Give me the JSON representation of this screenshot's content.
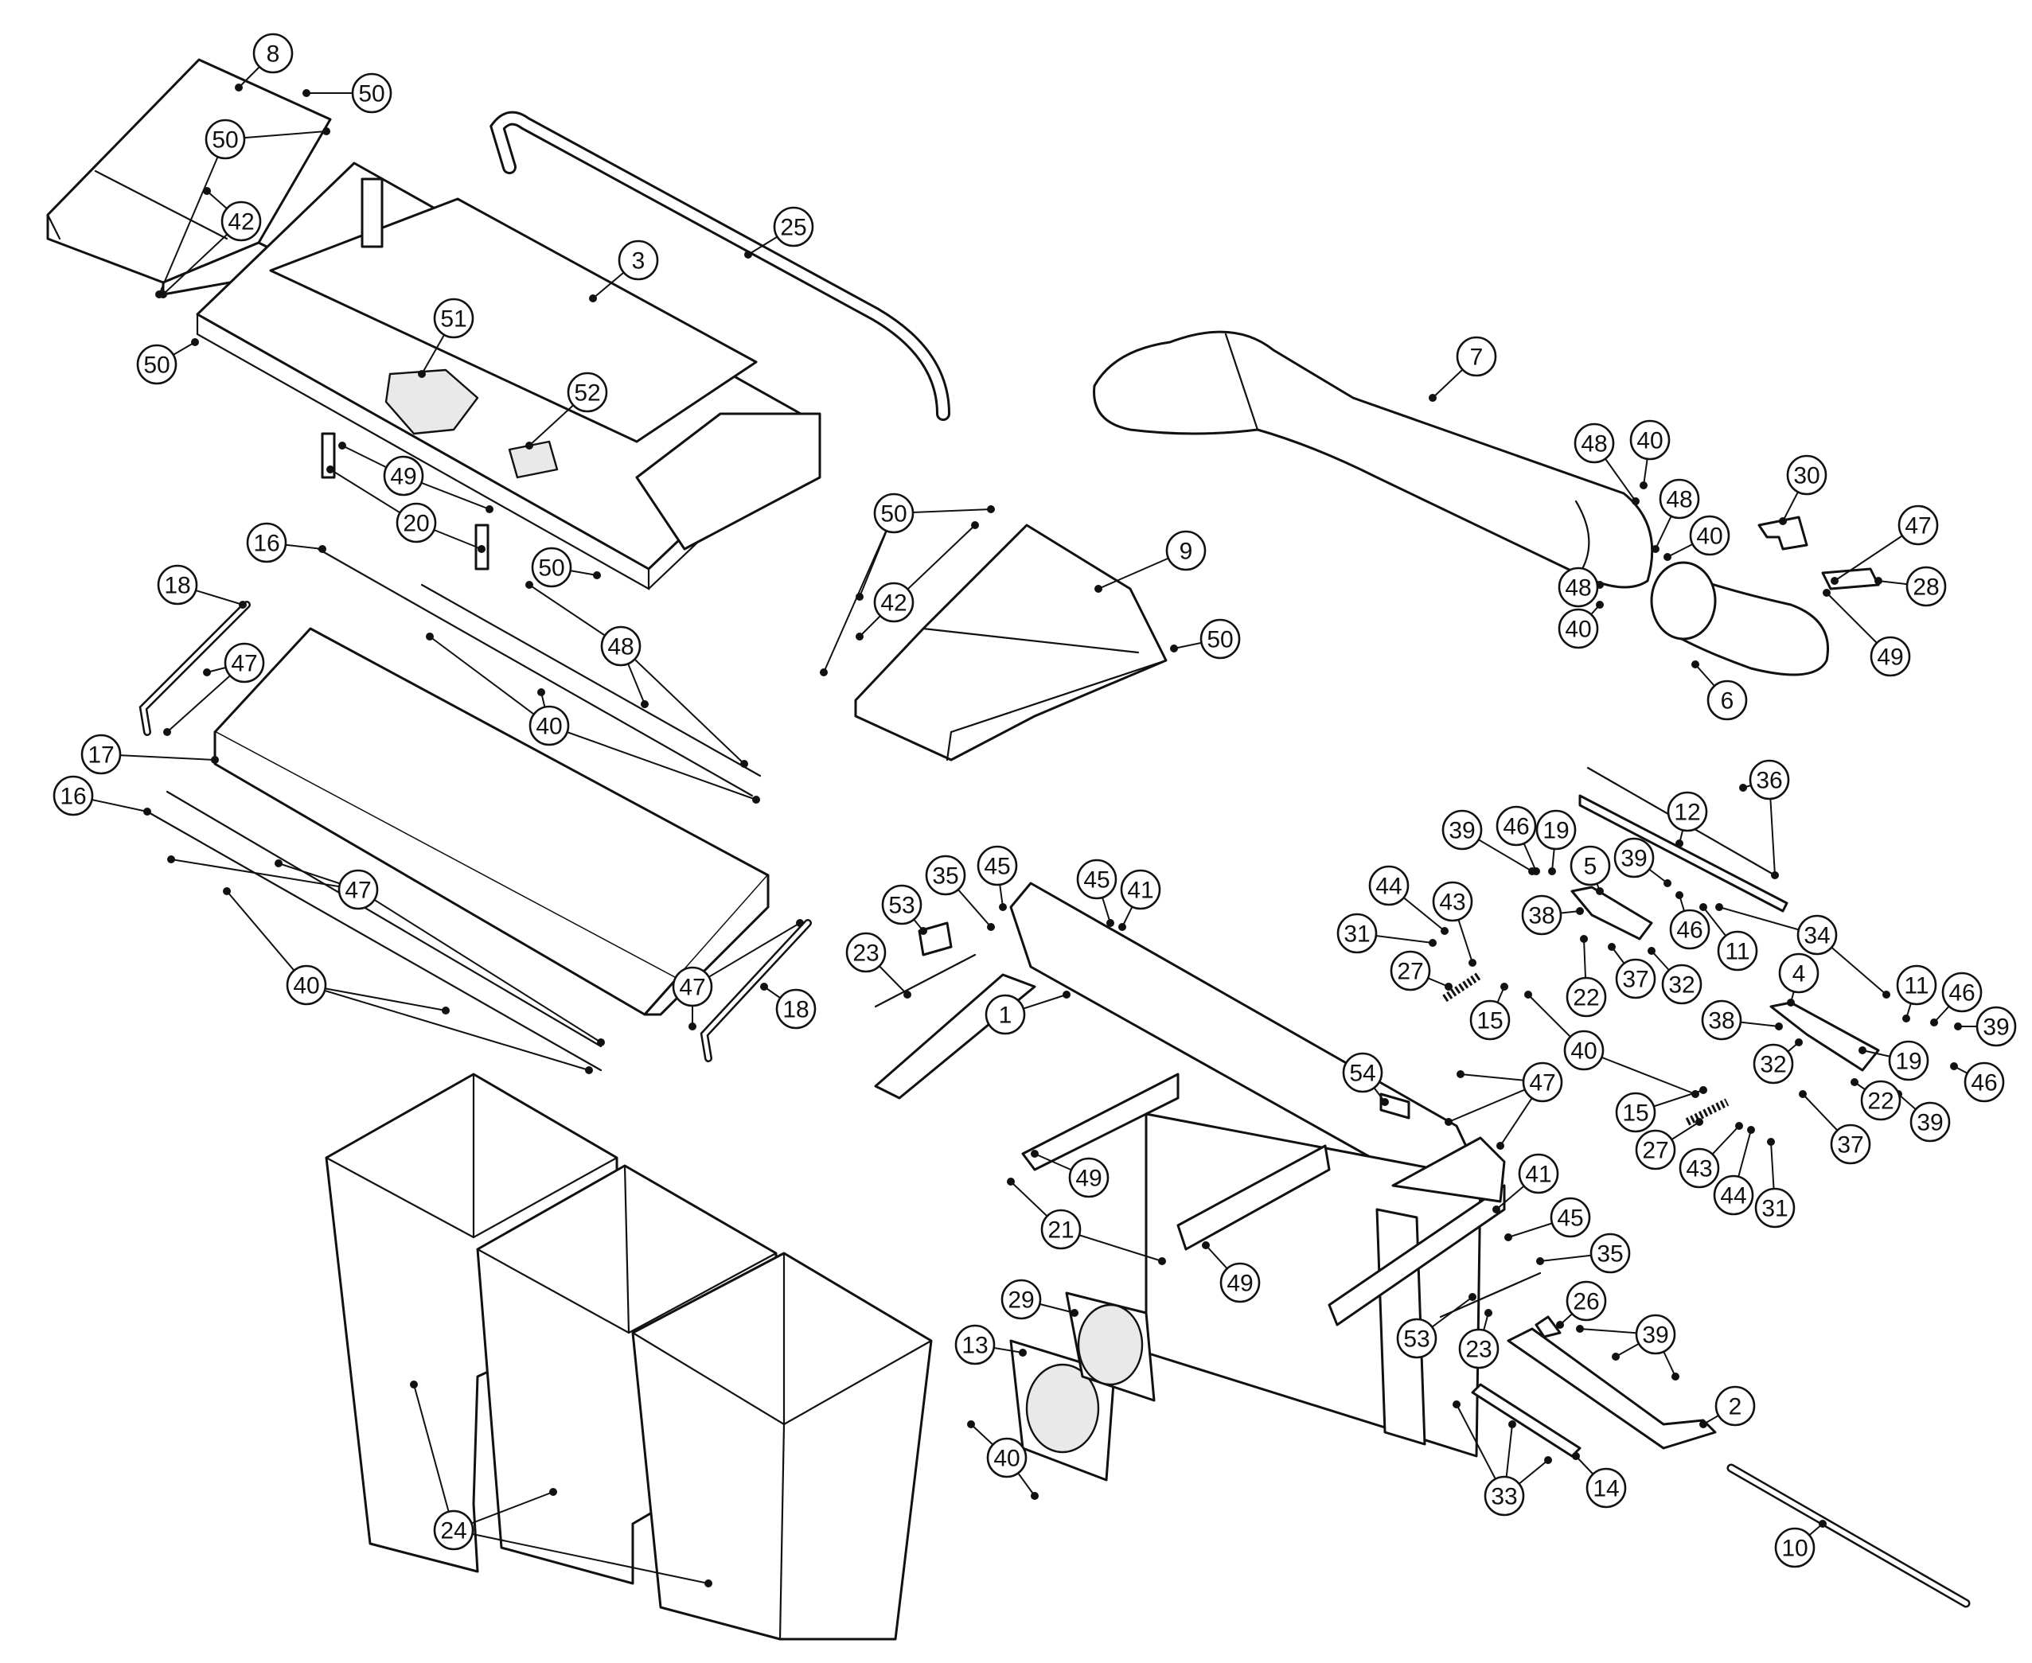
{
  "callouts": [
    {
      "id": "c-8",
      "label": "8"
    },
    {
      "id": "c-50-a",
      "label": "50"
    },
    {
      "id": "c-50-b",
      "label": "50"
    },
    {
      "id": "c-42-a",
      "label": "42"
    },
    {
      "id": "c-50-c",
      "label": "50"
    },
    {
      "id": "c-25",
      "label": "25"
    },
    {
      "id": "c-3",
      "label": "3"
    },
    {
      "id": "c-51",
      "label": "51"
    },
    {
      "id": "c-52",
      "label": "52"
    },
    {
      "id": "c-49-a",
      "label": "49"
    },
    {
      "id": "c-20",
      "label": "20"
    },
    {
      "id": "c-50-d",
      "label": "50"
    },
    {
      "id": "c-50-e",
      "label": "50"
    },
    {
      "id": "c-42-b",
      "label": "42"
    },
    {
      "id": "c-9",
      "label": "9"
    },
    {
      "id": "c-50-f",
      "label": "50"
    },
    {
      "id": "c-7",
      "label": "7"
    },
    {
      "id": "c-48-a",
      "label": "48"
    },
    {
      "id": "c-40-a",
      "label": "40"
    },
    {
      "id": "c-48-b",
      "label": "48"
    },
    {
      "id": "c-40-b",
      "label": "40"
    },
    {
      "id": "c-48-c",
      "label": "48"
    },
    {
      "id": "c-40-c",
      "label": "40"
    },
    {
      "id": "c-30",
      "label": "30"
    },
    {
      "id": "c-47-a",
      "label": "47"
    },
    {
      "id": "c-28",
      "label": "28"
    },
    {
      "id": "c-49-b",
      "label": "49"
    },
    {
      "id": "c-6",
      "label": "6"
    },
    {
      "id": "c-16-a",
      "label": "16"
    },
    {
      "id": "c-18-a",
      "label": "18"
    },
    {
      "id": "c-47-b",
      "label": "47"
    },
    {
      "id": "c-48-d",
      "label": "48"
    },
    {
      "id": "c-40-d",
      "label": "40"
    },
    {
      "id": "c-17",
      "label": "17"
    },
    {
      "id": "c-16-b",
      "label": "16"
    },
    {
      "id": "c-47-c",
      "label": "47"
    },
    {
      "id": "c-40-e",
      "label": "40"
    },
    {
      "id": "c-47-d",
      "label": "47"
    },
    {
      "id": "c-18-b",
      "label": "18"
    },
    {
      "id": "c-36",
      "label": "36"
    },
    {
      "id": "c-12",
      "label": "12"
    },
    {
      "id": "c-39-a",
      "label": "39"
    },
    {
      "id": "c-46-a",
      "label": "46"
    },
    {
      "id": "c-19-a",
      "label": "19"
    },
    {
      "id": "c-5",
      "label": "5"
    },
    {
      "id": "c-39-b",
      "label": "39"
    },
    {
      "id": "c-38-a",
      "label": "38"
    },
    {
      "id": "c-46-b",
      "label": "46"
    },
    {
      "id": "c-11-a",
      "label": "11"
    },
    {
      "id": "c-34",
      "label": "34"
    },
    {
      "id": "c-22-a",
      "label": "22"
    },
    {
      "id": "c-37-a",
      "label": "37"
    },
    {
      "id": "c-32-a",
      "label": "32"
    },
    {
      "id": "c-44-a",
      "label": "44"
    },
    {
      "id": "c-43-a",
      "label": "43"
    },
    {
      "id": "c-31-a",
      "label": "31"
    },
    {
      "id": "c-27-a",
      "label": "27"
    },
    {
      "id": "c-15-a",
      "label": "15"
    },
    {
      "id": "c-40-f",
      "label": "40"
    },
    {
      "id": "c-4",
      "label": "4"
    },
    {
      "id": "c-11-b",
      "label": "11"
    },
    {
      "id": "c-46-c",
      "label": "46"
    },
    {
      "id": "c-39-c",
      "label": "39"
    },
    {
      "id": "c-38-b",
      "label": "38"
    },
    {
      "id": "c-32-b",
      "label": "32"
    },
    {
      "id": "c-19-b",
      "label": "19"
    },
    {
      "id": "c-46-d",
      "label": "46"
    },
    {
      "id": "c-22-b",
      "label": "22"
    },
    {
      "id": "c-39-d",
      "label": "39"
    },
    {
      "id": "c-37-b",
      "label": "37"
    },
    {
      "id": "c-15-b",
      "label": "15"
    },
    {
      "id": "c-27-b",
      "label": "27"
    },
    {
      "id": "c-43-b",
      "label": "43"
    },
    {
      "id": "c-44-b",
      "label": "44"
    },
    {
      "id": "c-31-b",
      "label": "31"
    },
    {
      "id": "c-35-a",
      "label": "35"
    },
    {
      "id": "c-45-a",
      "label": "45"
    },
    {
      "id": "c-45-b",
      "label": "45"
    },
    {
      "id": "c-41-a",
      "label": "41"
    },
    {
      "id": "c-53-a",
      "label": "53"
    },
    {
      "id": "c-23-a",
      "label": "23"
    },
    {
      "id": "c-1",
      "label": "1"
    },
    {
      "id": "c-54",
      "label": "54"
    },
    {
      "id": "c-47-e",
      "label": "47"
    },
    {
      "id": "c-49-c",
      "label": "49"
    },
    {
      "id": "c-21",
      "label": "21"
    },
    {
      "id": "c-49-d",
      "label": "49"
    },
    {
      "id": "c-41-b",
      "label": "41"
    },
    {
      "id": "c-45-c",
      "label": "45"
    },
    {
      "id": "c-35-b",
      "label": "35"
    },
    {
      "id": "c-29",
      "label": "29"
    },
    {
      "id": "c-13",
      "label": "13"
    },
    {
      "id": "c-53-b",
      "label": "53"
    },
    {
      "id": "c-23-b",
      "label": "23"
    },
    {
      "id": "c-26",
      "label": "26"
    },
    {
      "id": "c-39-e",
      "label": "39"
    },
    {
      "id": "c-40-g",
      "label": "40"
    },
    {
      "id": "c-2",
      "label": "2"
    },
    {
      "id": "c-33",
      "label": "33"
    },
    {
      "id": "c-14",
      "label": "14"
    },
    {
      "id": "c-24",
      "label": "24"
    },
    {
      "id": "c-10",
      "label": "10"
    }
  ]
}
